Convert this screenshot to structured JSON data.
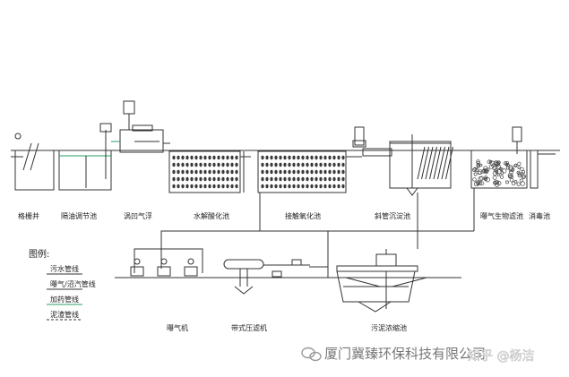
{
  "process_units": [
    {
      "id": "grit",
      "label": "格栅井"
    },
    {
      "id": "equalize",
      "label": "隔油调节池"
    },
    {
      "id": "float",
      "label": "涡凹气浮"
    },
    {
      "id": "hydrolysis",
      "label": "水解酸化池"
    },
    {
      "id": "contact",
      "label": "接触氧化池"
    },
    {
      "id": "settle",
      "label": "斜管沉淀池"
    },
    {
      "id": "biofilter",
      "label": "曝气生物滤池"
    },
    {
      "id": "disinfect",
      "label": "消毒池"
    },
    {
      "id": "blower",
      "label": "曝气机"
    },
    {
      "id": "beltpress",
      "label": "带式压滤机"
    },
    {
      "id": "sludge",
      "label": "污泥浓缩池"
    }
  ],
  "legend": {
    "title": "图例:",
    "items": [
      {
        "label": "污水管线",
        "color": "#333333"
      },
      {
        "label": "曝气/沼汽管线",
        "color": "#333333"
      },
      {
        "label": "加药管线",
        "color": "#2a9d6a"
      },
      {
        "label": "泥渣管线",
        "color": "#333333"
      }
    ]
  },
  "watermark": {
    "company": "厦门冀臻环保科技有限公司",
    "overlay": "知乎 @杨洁"
  },
  "colors": {
    "line": "#333333",
    "dosing": "#2a9d6a",
    "media": "#3a3a3a"
  }
}
